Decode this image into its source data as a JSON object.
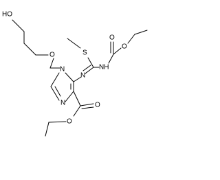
{
  "structure": {
    "atoms": {
      "hydroxyl": "HO",
      "ether_oxygen": "O",
      "ring_nitrogen_1": "N",
      "ring_nitrogen_3": "N",
      "imine_nitrogen": "N",
      "sulfur": "S",
      "amide_nh": "NH",
      "carbamate_carbonyl_oxygen": "O",
      "carbamate_ether_oxygen": "O",
      "ester_carbonyl_oxygen": "O",
      "ester_ether_oxygen": "O"
    }
  }
}
